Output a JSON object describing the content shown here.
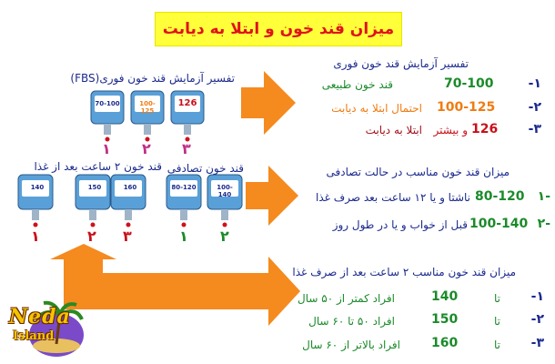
{
  "title": "میزان قند خون و ابتلا به دیابت",
  "fbs_section": {
    "label": "تفسیر آزمایش قند خون فوری(FBS)",
    "devices": [
      {
        "reading": "70-100",
        "number": "۱",
        "color": "#1b2a8c"
      },
      {
        "reading": "100-125",
        "number": "۲",
        "color": "#f07b12"
      },
      {
        "reading": "126",
        "number": "۳",
        "color": "#c8101a"
      }
    ]
  },
  "random_label": "قند خون تصادفی",
  "random_devices": [
    {
      "reading": "80-120",
      "number": "۱"
    },
    {
      "reading": "100-140",
      "number": "۲"
    }
  ],
  "post_label": "قند خون ۲ ساعت بعد از غذا",
  "post_devices": [
    {
      "reading": "140",
      "number": "۱"
    },
    {
      "reading": "150",
      "number": "۲"
    },
    {
      "reading": "160",
      "number": "۳"
    }
  ],
  "panel1": {
    "heading": "تفسیر آزمایش قند خون فوری",
    "rows": [
      {
        "index": "۱-",
        "value": "70-100",
        "desc": "قند خون طبیعی"
      },
      {
        "index": "۲-",
        "value": "100-125",
        "desc": "احتمال ابتلا به دیابت"
      },
      {
        "index": "۳-",
        "value": "126",
        "unit": "و بیشتر",
        "desc": "ابتلا به دیابت"
      }
    ]
  },
  "panel2": {
    "heading": "میزان قند خون مناسب در حالت تصادفی",
    "rows": [
      {
        "index": "-۱",
        "value": "80-120",
        "desc": "ناشتا و یا ۱۲ ساعت بعد صرف غذا"
      },
      {
        "index": "-۲",
        "value": "100-140",
        "desc": "قبل از خواب و یا در طول روز"
      }
    ]
  },
  "panel3": {
    "heading": "میزان قند خون مناسب ۲ ساعت بعد از صرف غذا",
    "rows": [
      {
        "index": "۱-",
        "ta": "تا",
        "value": "140",
        "desc": "افراد کمتر از ۵۰ سال"
      },
      {
        "index": "۲-",
        "ta": "تا",
        "value": "150",
        "desc": "افراد ۵۰ تا ۶۰ سال"
      },
      {
        "index": "۳-",
        "ta": "تا",
        "value": "160",
        "desc": "افراد بالاتر از ۶۰ سال"
      }
    ]
  },
  "logo": {
    "line1": "Neda",
    "line2": "Island"
  }
}
